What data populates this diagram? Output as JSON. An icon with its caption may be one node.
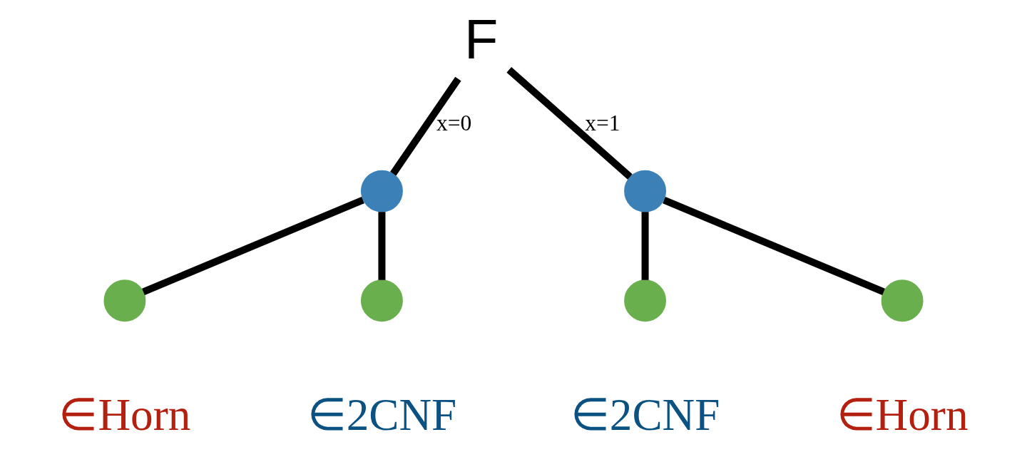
{
  "diagram": {
    "nodes": [
      {
        "text": [
          "F"
        ]
      },
      {
        "text": [],
        "shape": "circle"
      },
      {
        "text": [],
        "shape": "circle"
      },
      {
        "text": [],
        "shape": "circle",
        "beside": [
          "∈Horn"
        ]
      },
      {
        "text": [],
        "shape": "circle",
        "beside": [
          "∈2CNF"
        ]
      },
      {
        "text": [],
        "shape": "circle",
        "beside": [
          "∈2CNF"
        ]
      },
      {
        "text": [],
        "shape": "circle",
        "beside": [
          "∈Horn"
        ]
      }
    ],
    "edges": [
      {
        "from": 0,
        "to": 1,
        "arrow": "none",
        "label": "x=0"
      },
      {
        "from": 0,
        "to": 2,
        "arrow": "none",
        "label": "x=1"
      },
      {
        "from": 1,
        "to": 3,
        "arrow": "none"
      },
      {
        "from": 1,
        "to": 4,
        "arrow": "none"
      },
      {
        "from": 2,
        "to": 5,
        "arrow": "none"
      },
      {
        "from": 2,
        "to": 6,
        "arrow": "none"
      }
    ]
  }
}
